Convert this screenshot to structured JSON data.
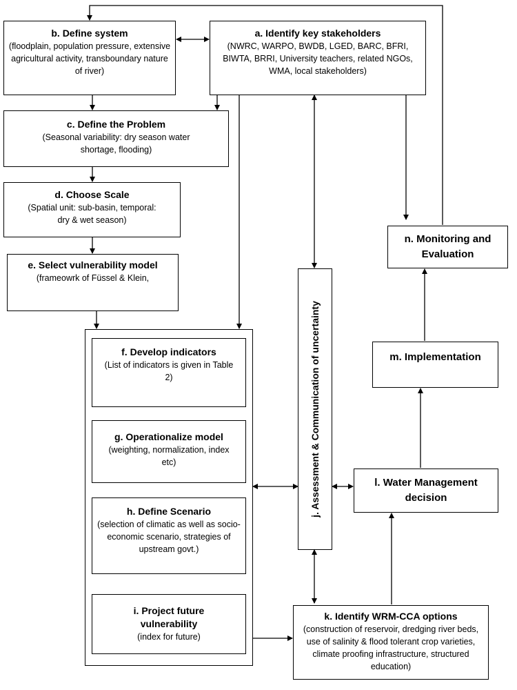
{
  "nodes": {
    "a": {
      "title": "a. Identify key stakeholders",
      "desc": "(NWRC, WARPO, BWDB, LGED, BARC, BFRI, BIWTA, BRRI, University teachers, related NGOs, WMA, local stakeholders)"
    },
    "b": {
      "title": "b. Define system",
      "desc": "(floodplain, population pressure, extensive agricultural activity, transboundary nature of river)"
    },
    "c": {
      "title": "c. Define the Problem",
      "desc": "(Seasonal variability: dry season water shortage, flooding)"
    },
    "d": {
      "title": "d. Choose Scale",
      "desc": "(Spatial unit: sub-basin, temporal: dry & wet season)"
    },
    "e": {
      "title": "e. Select vulnerability model",
      "desc": "(frameowrk of Füssel & Klein,"
    },
    "f": {
      "title": "f. Develop indicators",
      "desc": "(List of indicators is given in Table 2)"
    },
    "g": {
      "title": "g. Operationalize model",
      "desc": "(weighting, normalization, index etc)"
    },
    "h": {
      "title": "h. Define Scenario",
      "desc": "(selection of climatic as well as socio-economic scenario, strategies of upstream govt.)"
    },
    "i": {
      "title": "i. Project future vulnerability",
      "desc": "(index for future)"
    },
    "j": {
      "title": "j. Assessment & Communication of uncertainty"
    },
    "k": {
      "title": "k. Identify WRM-CCA options",
      "desc": "(construction of reservoir, dredging river beds, use of salinity & flood tolerant crop varieties, climate proofing infrastructure, structured education)"
    },
    "l": {
      "title": "l. Water Management decision"
    },
    "m": {
      "title": "m. Implementation"
    },
    "n": {
      "title": "n. Monitoring and Evaluation"
    }
  }
}
